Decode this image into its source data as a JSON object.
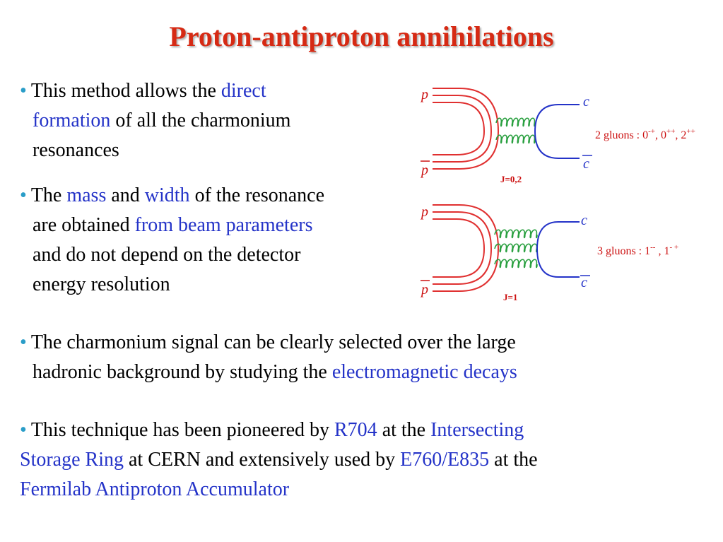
{
  "title": "Proton-antiproton annihilations",
  "bullet_glyph": "•",
  "bullets": [
    {
      "lines": [
        [
          {
            "t": "This method allows the ",
            "c": ""
          },
          {
            "t": "direct",
            "c": "blue"
          }
        ],
        [
          {
            "t": "formation",
            "c": "blue"
          },
          {
            "t": " of all the charmonium",
            "c": ""
          }
        ],
        [
          {
            "t": "resonances",
            "c": ""
          }
        ]
      ]
    },
    {
      "lines": [
        [
          {
            "t": "The ",
            "c": ""
          },
          {
            "t": "mass",
            "c": "blue"
          },
          {
            "t": " and ",
            "c": ""
          },
          {
            "t": "width",
            "c": "blue"
          },
          {
            "t": " of the resonance",
            "c": ""
          }
        ],
        [
          {
            "t": "are obtained ",
            "c": ""
          },
          {
            "t": "from beam parameters",
            "c": "blue"
          }
        ],
        [
          {
            "t": "and do not depend on the detector",
            "c": ""
          }
        ],
        [
          {
            "t": "energy  resolution",
            "c": ""
          }
        ]
      ]
    },
    {
      "lines": [
        [
          {
            "t": "The charmonium signal can be clearly selected over the large",
            "c": ""
          }
        ],
        [
          {
            "t": "hadronic background by studying the ",
            "c": ""
          },
          {
            "t": "electromagnetic decays",
            "c": "blue"
          }
        ]
      ]
    },
    {
      "lines": [
        [
          {
            "t": "This technique has been pioneered by ",
            "c": ""
          },
          {
            "t": "R704",
            "c": "blue"
          },
          {
            "t": " at the ",
            "c": ""
          },
          {
            "t": "Intersecting",
            "c": "blue"
          }
        ],
        [
          {
            "t": "Storage Ring",
            "c": "blue"
          },
          {
            "t": " at CERN and extensively used by ",
            "c": ""
          },
          {
            "t": "E760/E835",
            "c": "blue"
          },
          {
            "t": " at the",
            "c": ""
          }
        ],
        [
          {
            "t": "Fermilab Antiproton Accumulator",
            "c": "blue"
          }
        ]
      ]
    }
  ],
  "diagrams": {
    "top": {
      "p": "p",
      "pbar": "p",
      "c": "c",
      "cbar": "c",
      "gluons_label": "2 gluons : 0",
      "gluons_sup1": "-+",
      "gluons_mid1": ", 0",
      "gluons_sup2": "++",
      "gluons_mid2": ", 2",
      "gluons_sup3": "++",
      "j_label": "J=0,2"
    },
    "bottom": {
      "p": "p",
      "pbar": "p",
      "c": "c",
      "cbar": "c",
      "gluons_label": "3 gluons : 1",
      "gluons_sup1": "--",
      "gluons_mid1": " , 1",
      "gluons_sup2": "- +",
      "j_label": "J=1"
    }
  },
  "colors": {
    "title": "#d62a14",
    "highlight": "#2433c8",
    "bullet": "#2a9dc8",
    "quark_lines": "#e03030",
    "gluons": "#2aa040",
    "c_quark_lines": "#2433c8"
  }
}
